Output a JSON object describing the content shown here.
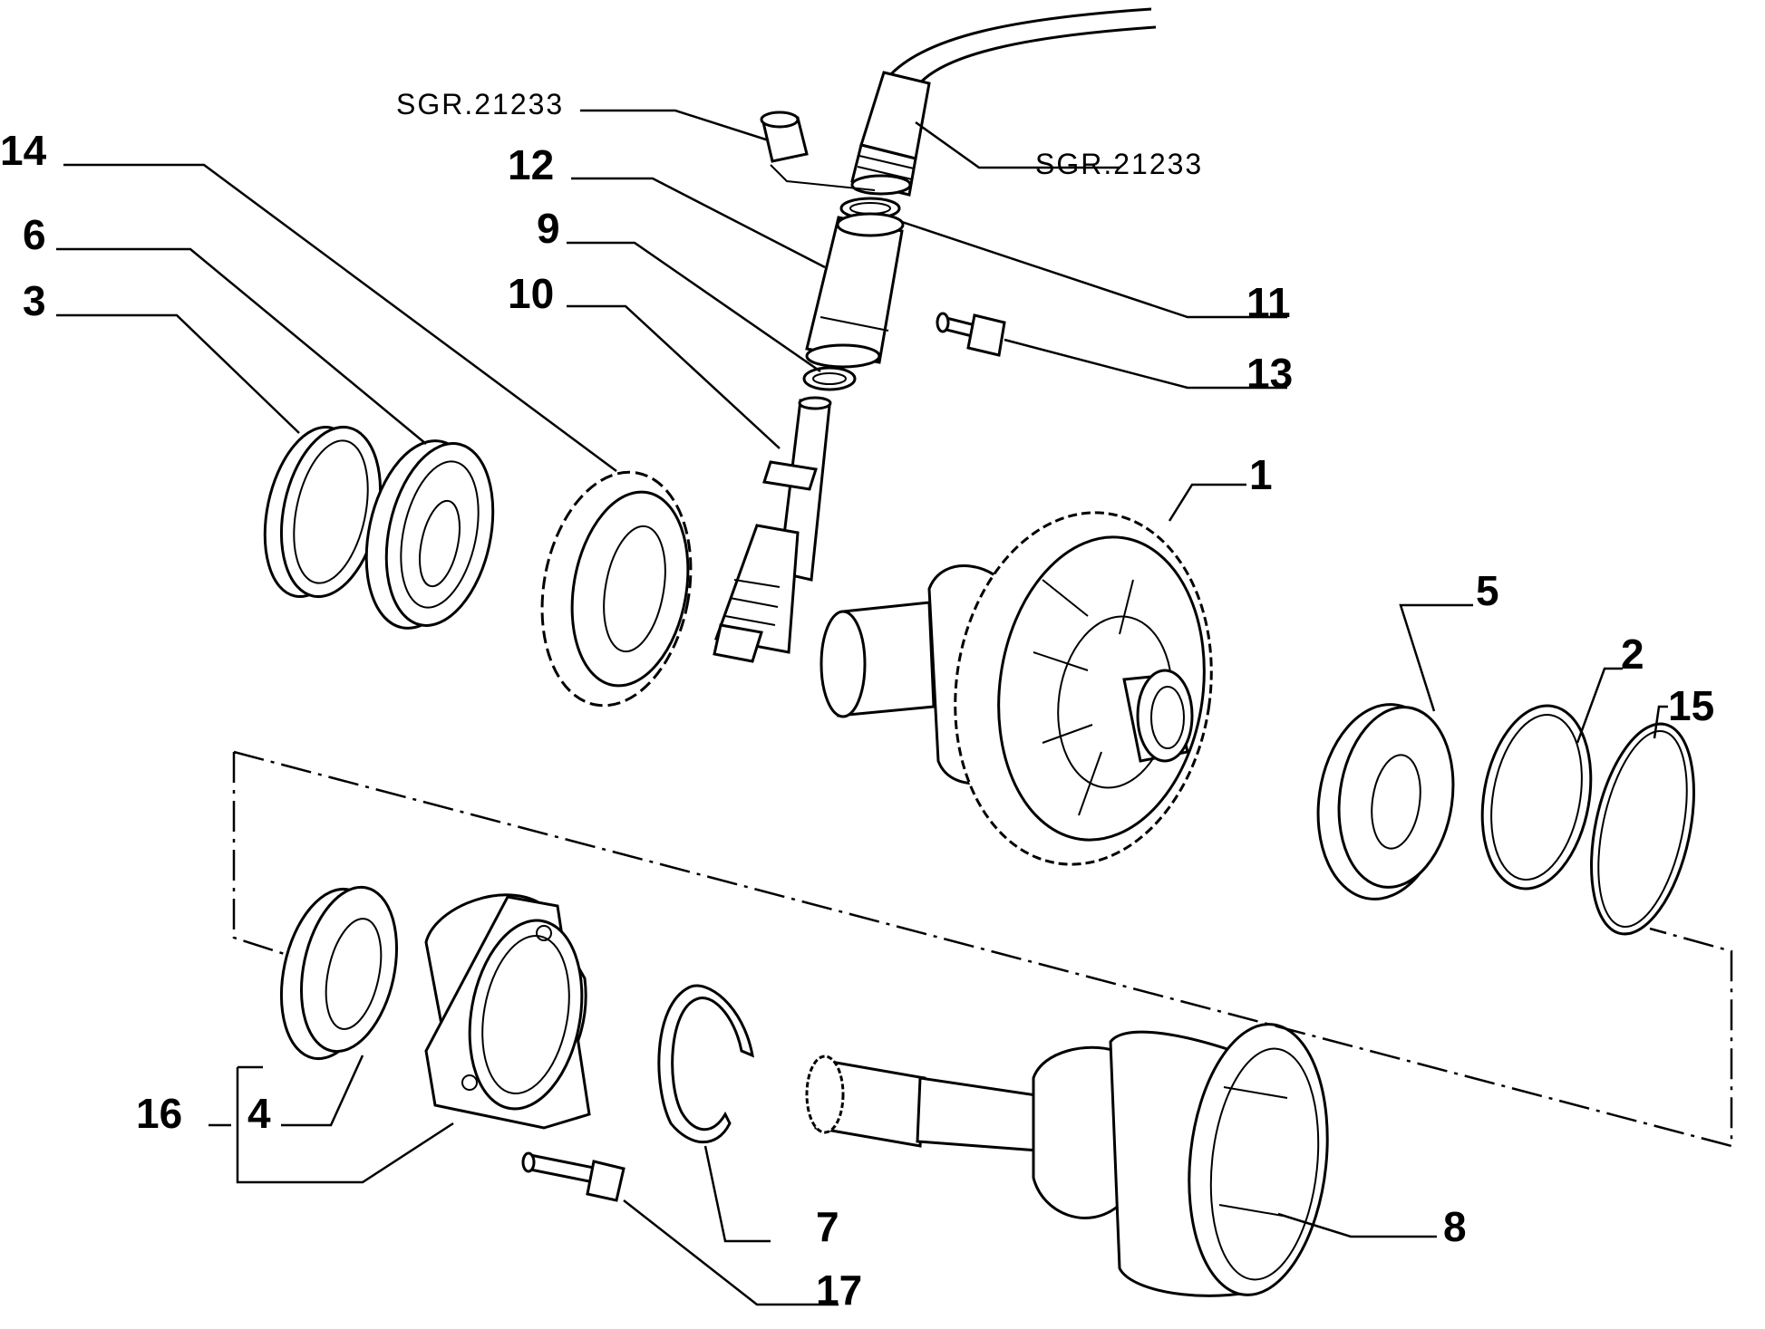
{
  "callouts": {
    "c1": "1",
    "c2": "2",
    "c3": "3",
    "c4": "4",
    "c5": "5",
    "c6": "6",
    "c7": "7",
    "c8": "8",
    "c9": "9",
    "c10": "10",
    "c11": "11",
    "c12": "12",
    "c13": "13",
    "c14": "14",
    "c15": "15",
    "c16": "16",
    "c17": "17",
    "sgr_left": "SGR.21233",
    "sgr_right": "SGR.21233"
  }
}
